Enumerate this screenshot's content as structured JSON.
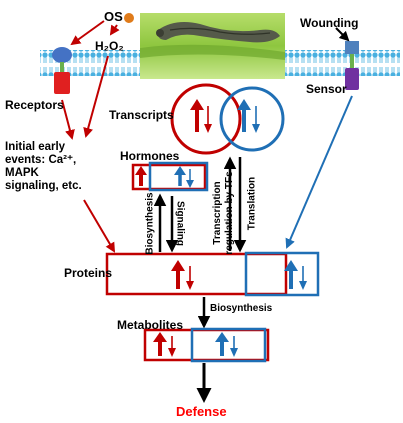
{
  "labels": {
    "os": "OS",
    "h2o2": "H₂O₂",
    "wounding": "Wounding",
    "receptors": "Receptors",
    "sensor": "Sensor",
    "transcripts": "Transcripts",
    "early_events_line1": "Initial early",
    "early_events_line2": "events: Ca²⁺,",
    "early_events_line3": "MAPK",
    "early_events_line4": "signaling, etc.",
    "hormones": "Hormones",
    "biosynthesis_left": "Biosynthesis",
    "signaling": "Signaling",
    "transcription_line1": "Transcription",
    "transcription_line2": "regulation by TFs",
    "translation": "Translation",
    "proteins": "Proteins",
    "biosynthesis_right": "Biosynthesis",
    "metabolites": "Metabolites",
    "defense": "Defense"
  },
  "colors": {
    "red": "#c00000",
    "blue": "#1f6fb5",
    "membrane": "#49b0e0",
    "caterpillar_bg": "#8ec63f",
    "defense": "#ff0000"
  },
  "icons": {
    "os_droplet": "orange-circle",
    "caterpillar_photo": "caterpillar-on-leaf-image"
  }
}
